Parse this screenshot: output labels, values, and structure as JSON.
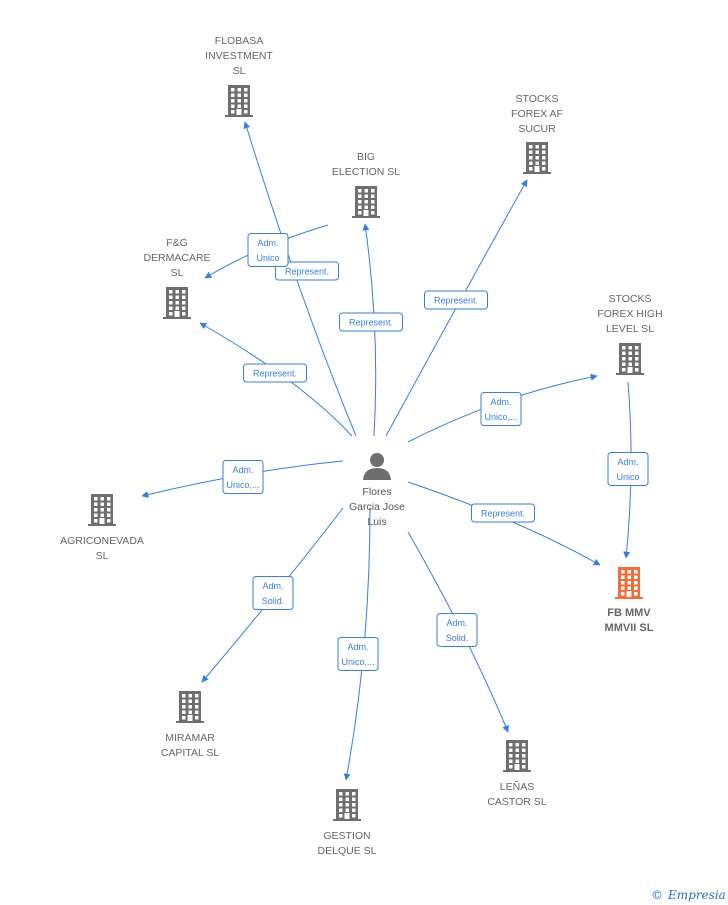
{
  "colors": {
    "edge": "#3a7fd5",
    "building": "#6e6e6e",
    "building_focus": "#f26b3a",
    "person": "#6e6e6e",
    "brand": "#2a6fc0"
  },
  "center": {
    "name_lines": [
      "Flores",
      "Garcia Jose",
      "Luis"
    ],
    "icon": "person-icon"
  },
  "companies": [
    {
      "id": "flobasa",
      "lines": [
        "FLOBASA",
        "INVESTMENT",
        "SL"
      ],
      "icon": "building-icon"
    },
    {
      "id": "stocks-af",
      "lines": [
        "STOCKS",
        "FOREX AF",
        "SUCUR"
      ],
      "icon": "building-icon"
    },
    {
      "id": "big-election",
      "lines": [
        "BIG",
        "ELECTION  SL"
      ],
      "icon": "building-icon"
    },
    {
      "id": "fg-dermacare",
      "lines": [
        "F&G",
        "DERMACARE",
        "SL"
      ],
      "icon": "building-icon"
    },
    {
      "id": "stocks-high",
      "lines": [
        "STOCKS",
        "FOREX HIGH",
        "LEVEL  SL"
      ],
      "icon": "building-icon"
    },
    {
      "id": "agriconevada",
      "lines": [
        "AGRICONEVADA",
        "SL"
      ],
      "icon": "building-icon"
    },
    {
      "id": "fb-mmv",
      "lines": [
        "FB MMV",
        "MMVII  SL"
      ],
      "icon": "building-icon",
      "focus": true
    },
    {
      "id": "miramar",
      "lines": [
        "MIRAMAR",
        "CAPITAL SL"
      ],
      "icon": "building-icon"
    },
    {
      "id": "gestion",
      "lines": [
        "GESTION",
        "DELQUE SL"
      ],
      "icon": "building-icon"
    },
    {
      "id": "lenas",
      "lines": [
        "LEÑAS",
        "CASTOR  SL"
      ],
      "icon": "building-icon"
    }
  ],
  "edges": [
    {
      "to": "flobasa",
      "label": [
        "Represent."
      ]
    },
    {
      "to": "big-election",
      "label": [
        "Represent."
      ]
    },
    {
      "to": "fg-dermacare",
      "label": [
        "Adm.",
        "Unico"
      ]
    },
    {
      "to": "fg-dermacare",
      "label": [
        "Represent."
      ]
    },
    {
      "to": "stocks-af",
      "label": [
        "Represent."
      ]
    },
    {
      "to": "stocks-high",
      "label": [
        "Adm.",
        "Unico,..."
      ]
    },
    {
      "to": "agriconevada",
      "label": [
        "Adm.",
        "Unico,..."
      ]
    },
    {
      "to": "fb-mmv",
      "label": [
        "Represent."
      ]
    },
    {
      "to": "fb-mmv",
      "label": [
        "Adm.",
        "Unico"
      ]
    },
    {
      "to": "miramar",
      "label": [
        "Adm.",
        "Solid."
      ]
    },
    {
      "to": "gestion",
      "label": [
        "Adm.",
        "Unico,..."
      ]
    },
    {
      "to": "lenas",
      "label": [
        "Adm.",
        "Solid."
      ]
    }
  ],
  "watermark": {
    "symbol": "©",
    "brand": "Empresia"
  }
}
